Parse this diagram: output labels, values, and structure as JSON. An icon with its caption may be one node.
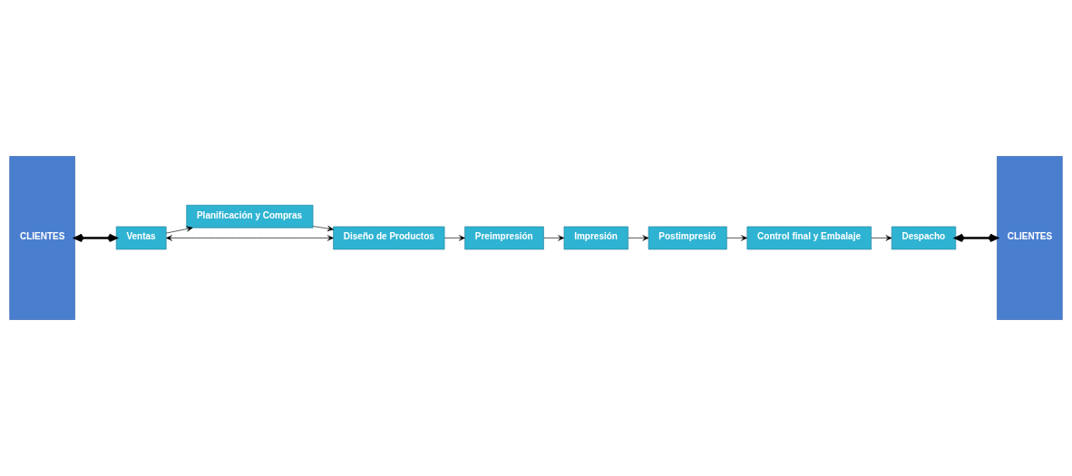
{
  "diagram": {
    "nodes": [
      {
        "text": [
          "CLIENTES"
        ]
      },
      {
        "text": [
          "Ventas"
        ]
      },
      {
        "text": [
          "Planificación y Compras"
        ]
      },
      {
        "text": [
          "Diseño de Productos"
        ]
      },
      {
        "text": [
          "Preimpresión"
        ]
      },
      {
        "text": [
          "Impresión"
        ]
      },
      {
        "text": [
          "Postimpresió"
        ]
      },
      {
        "text": [
          "Control final y Embalaje"
        ]
      },
      {
        "text": [
          "Despacho"
        ]
      },
      {
        "text": [
          "CLIENTES"
        ]
      }
    ],
    "edges": [
      {
        "from": 0,
        "to": 1,
        "arrow": "both",
        "style": "thick"
      },
      {
        "from": 1,
        "to": 2,
        "arrow": "to"
      },
      {
        "from": 2,
        "to": 3,
        "arrow": "to"
      },
      {
        "from": 3,
        "to": 1,
        "arrow": "both"
      },
      {
        "from": 3,
        "to": 4,
        "arrow": "to"
      },
      {
        "from": 4,
        "to": 5,
        "arrow": "to"
      },
      {
        "from": 5,
        "to": 6,
        "arrow": "to"
      },
      {
        "from": 6,
        "to": 7,
        "arrow": "to"
      },
      {
        "from": 7,
        "to": 8,
        "arrow": "to"
      },
      {
        "from": 8,
        "to": 9,
        "arrow": "both",
        "style": "thick"
      }
    ]
  }
}
